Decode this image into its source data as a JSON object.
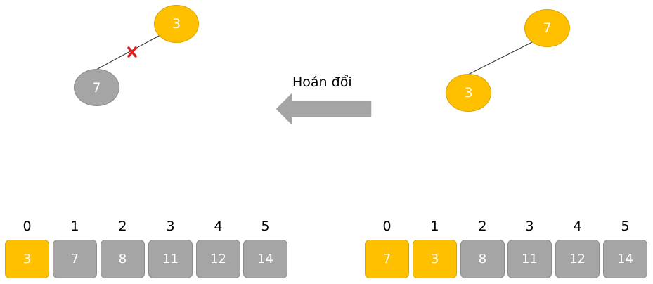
{
  "colors": {
    "highlight": "#FFC000",
    "normal": "#A5A5A5",
    "cross": "#E02020",
    "arrow": "#A5A5A5"
  },
  "left_tree": {
    "root": {
      "value": "3",
      "state": "highlight"
    },
    "child": {
      "value": "7",
      "state": "normal"
    },
    "edge_marker": "cross-icon"
  },
  "right_tree": {
    "root": {
      "value": "7",
      "state": "highlight"
    },
    "child": {
      "value": "3",
      "state": "highlight"
    }
  },
  "arrow": {
    "label": "Hoán đổi",
    "direction": "left"
  },
  "left_array": {
    "indices": [
      "0",
      "1",
      "2",
      "3",
      "4",
      "5"
    ],
    "values": [
      "3",
      "7",
      "8",
      "11",
      "12",
      "14"
    ],
    "states": [
      "highlight",
      "normal",
      "normal",
      "normal",
      "normal",
      "normal"
    ]
  },
  "right_array": {
    "indices": [
      "0",
      "1",
      "2",
      "3",
      "4",
      "5"
    ],
    "values": [
      "7",
      "3",
      "8",
      "11",
      "12",
      "14"
    ],
    "states": [
      "highlight",
      "highlight",
      "normal",
      "normal",
      "normal",
      "normal"
    ]
  }
}
